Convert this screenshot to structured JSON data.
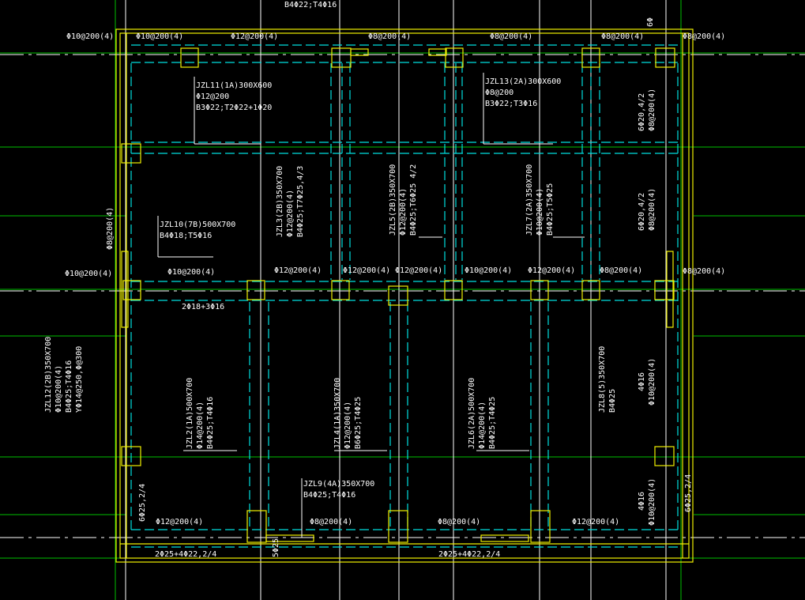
{
  "colors": {
    "background": "#000000",
    "wall": "#f0f000",
    "beam": "#00e0e0",
    "grid": "#00c000",
    "axis": "#ffffff",
    "text": "#ffffff"
  },
  "labels": {
    "top_cut": "B4Φ22;T4Φ16",
    "top_right_cut": "6Φ",
    "s_top_a": "Φ10@200(4)",
    "s_top_b": "Φ10@200(4)",
    "s_top_c": "Φ12@200(4)",
    "s_top_d": "Φ8@200(4)",
    "s_top_e": "Φ8@200(4)",
    "s_top_f": "Φ8@200(4)",
    "s_top_g": "Φ8@200(4)",
    "s_mid_a": "Φ10@200(4)",
    "s_mid_b": "Φ10@200(4)",
    "s_mid_c": "Φ12@200(4)",
    "s_mid_d": "Φ12@200(4)",
    "s_mid_e": "Φ10@200(4)",
    "s_mid_f": "Φ12@200(4)",
    "s_mid_g": "Φ8@200(4)",
    "s_mid_h": "Φ8@200(4)",
    "s_bot_a": "Φ12@200(4)",
    "s_bot_b": "Φ8@200(4)",
    "s_bot_c": "Φ8@200(4)",
    "s_bot_d": "Φ12@200(4)",
    "bar_mid": "2Φ18+3Φ16",
    "bar_bot_a": "2Φ25+4Φ22,2/4",
    "bar_bot_b": "2Φ25+4Φ22,2/4",
    "bar_bot_c": "5Φ25",
    "jzl11": [
      "JZL11(1A)300X600",
      "Φ12@200",
      "B3Φ22;T2Φ22+1Φ20"
    ],
    "jzl13": [
      "JZL13(2A)300X600",
      "Φ8@200",
      "B3Φ22;T3Φ16"
    ],
    "jzl10": [
      "JZL10(7B)500X700",
      "B4Φ18;T5Φ16"
    ],
    "jzl3": [
      "JZL3(2B)350X700",
      "Φ12@200(4)",
      "B4Φ25;T7Φ25,4/3"
    ],
    "jzl5": [
      "JZL5(2B)350X700",
      "Φ12@200(4)",
      "B4Φ25;T6Φ25 4/2"
    ],
    "jzl7": [
      "JZL7(2A)350X700",
      "Φ10@200(4)",
      "B4Φ25;T5Φ25"
    ],
    "r_top": [
      "6Φ20,4/2",
      "Φ8@200(4)"
    ],
    "r_mid": [
      "6Φ20,4/2",
      "Φ8@200(4)"
    ],
    "l_side": "Φ8@200(4)",
    "jzl12": [
      "JZL12(2B)350X700",
      "Φ10@200(4)",
      "B4Φ25;T4Φ16",
      "YΦ14@250,Φ@300"
    ],
    "jzl2": [
      "JZL2(1A)500X700",
      "Φ14@200(4)",
      "B4Φ25;T4Φ16"
    ],
    "jzl4": [
      "JZL4(1A)350X700",
      "Φ12@200(4)",
      "B6Φ25;T4Φ25"
    ],
    "jzl6": [
      "JZL6(2A)500X700",
      "Φ14@200(4)",
      "B4Φ25;T4Φ25"
    ],
    "jzl8": [
      "JZL8(5)350X700",
      "B4Φ25"
    ],
    "r_low": [
      "4Φ16",
      "Φ10@200(4)"
    ],
    "jzl9": [
      "JZL9(4A)350X700",
      "B4Φ25;T4Φ16"
    ],
    "l_bot": "6Φ25,2/4",
    "r_bot_a": [
      "4Φ16",
      "Φ10@200(4)"
    ],
    "r_bot_b": "6Φ25,2/4"
  }
}
